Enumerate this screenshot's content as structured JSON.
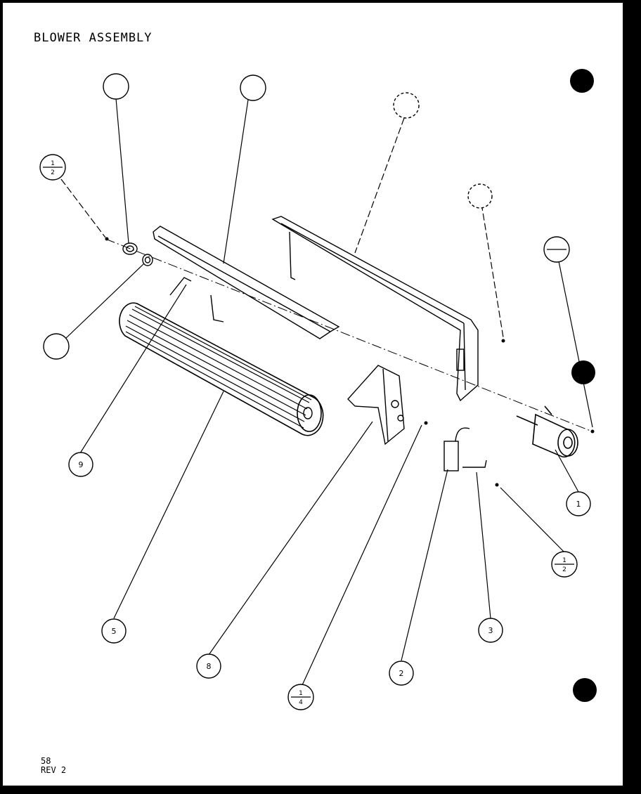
{
  "title": "BLOWER ASSEMBLY",
  "page_number": "58",
  "revision": "REV 2",
  "callouts": {
    "c1": "1",
    "c2": "2",
    "c3": "3",
    "c5": "5",
    "c8": "8",
    "c9": "9",
    "c12_num": "1",
    "c12_den": "2",
    "c14_num": "1",
    "c14_den": "4",
    "c12b_num": "1",
    "c12b_den": "2"
  }
}
